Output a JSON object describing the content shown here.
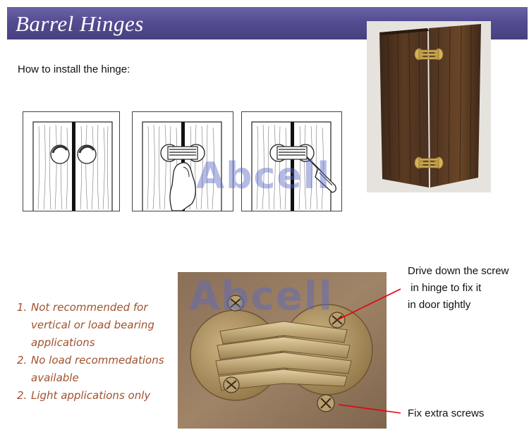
{
  "header": {
    "title": "Barrel Hinges",
    "color": "#544d91"
  },
  "instructions": {
    "heading": "How to install the hinge:"
  },
  "watermark": "Abcell",
  "notes": [
    {
      "number": "1.",
      "lines": [
        "Not recommended for",
        "vertical or load bearing",
        "applications"
      ]
    },
    {
      "number": "2.",
      "lines": [
        "No load recommedations",
        "available"
      ]
    },
    {
      "number": "2.",
      "lines": [
        "Light applications only"
      ]
    }
  ],
  "note_color": "#a0522d",
  "callouts": {
    "top": "Drive down the screw\n in hinge to fix it\nin door tightly",
    "bottom": "Fix extra screws"
  },
  "callout_color": "#e3000f"
}
